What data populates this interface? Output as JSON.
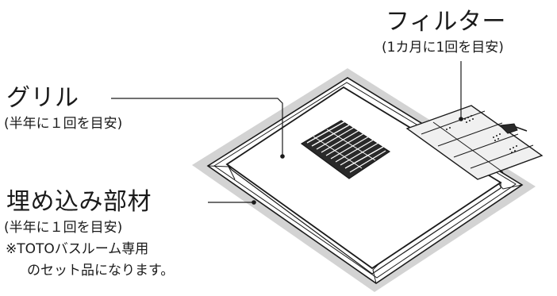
{
  "labels": {
    "filter": {
      "title": "フィルター",
      "note": "(1カ月に1回を目安)"
    },
    "grille": {
      "title": "グリル",
      "note": "(半年に１回を目安)"
    },
    "embedded": {
      "title": "埋め込み部材",
      "note": "(半年に１回を目安)",
      "note2": "※TOTOバスルーム専用",
      "note3": "のセット品になります。"
    }
  },
  "colors": {
    "frame_outer": "#d3d3d3",
    "panel": "#ffffff",
    "line": "#1a1a1a",
    "filter_fill": "#f0f0f0"
  }
}
